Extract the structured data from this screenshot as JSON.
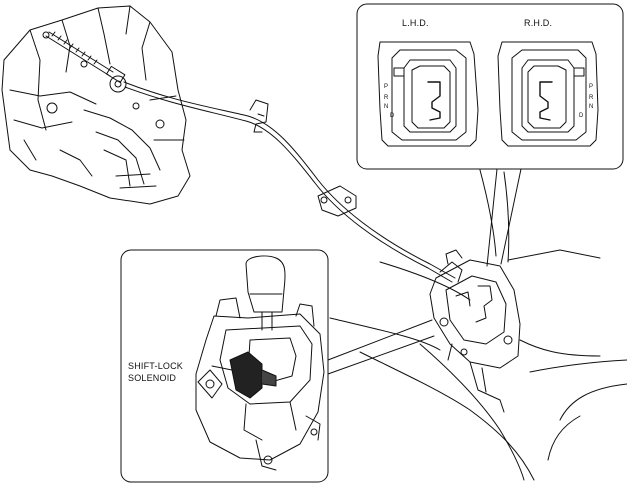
{
  "callout_top": {
    "lhd_label": "L.H.D.",
    "rhd_label": "R.H.D.",
    "lhd_indicator": {
      "p": "P",
      "r": "R",
      "n": "N",
      "d": "D"
    },
    "rhd_indicator": {
      "p": "P",
      "r": "R",
      "n": "N",
      "d": "D"
    }
  },
  "callout_bottom": {
    "label_line1": "SHIFT-LOCK",
    "label_line2": "SOLENOID"
  },
  "colors": {
    "line": "#111111",
    "background": "#ffffff"
  }
}
